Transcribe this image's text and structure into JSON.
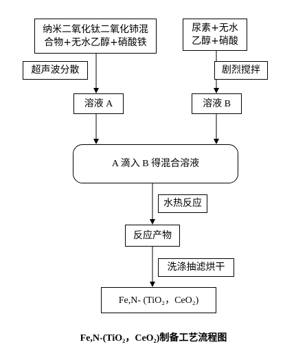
{
  "nodes": {
    "material1": {
      "line1": "纳米二氧化钛二氧化铈混",
      "line2": "合物+无水乙醇+硝酸铁"
    },
    "material2": {
      "line1": "尿素+无水",
      "line2": "乙醇+硝酸"
    },
    "ultrasonic": "超声波分散",
    "stir": "剧烈搅拌",
    "solution_a": "溶液 A",
    "solution_b": "溶液 B",
    "mix": "A 滴入 B 得混合溶液",
    "hydrothermal": "水热反应",
    "product": "反应产物",
    "wash": "洗涤抽滤烘干",
    "final": "Fe,N- (TiO₂，CeO₂)"
  },
  "caption": "Fe,N-(TiO₂，CeO₂)制备工艺流程图"
}
